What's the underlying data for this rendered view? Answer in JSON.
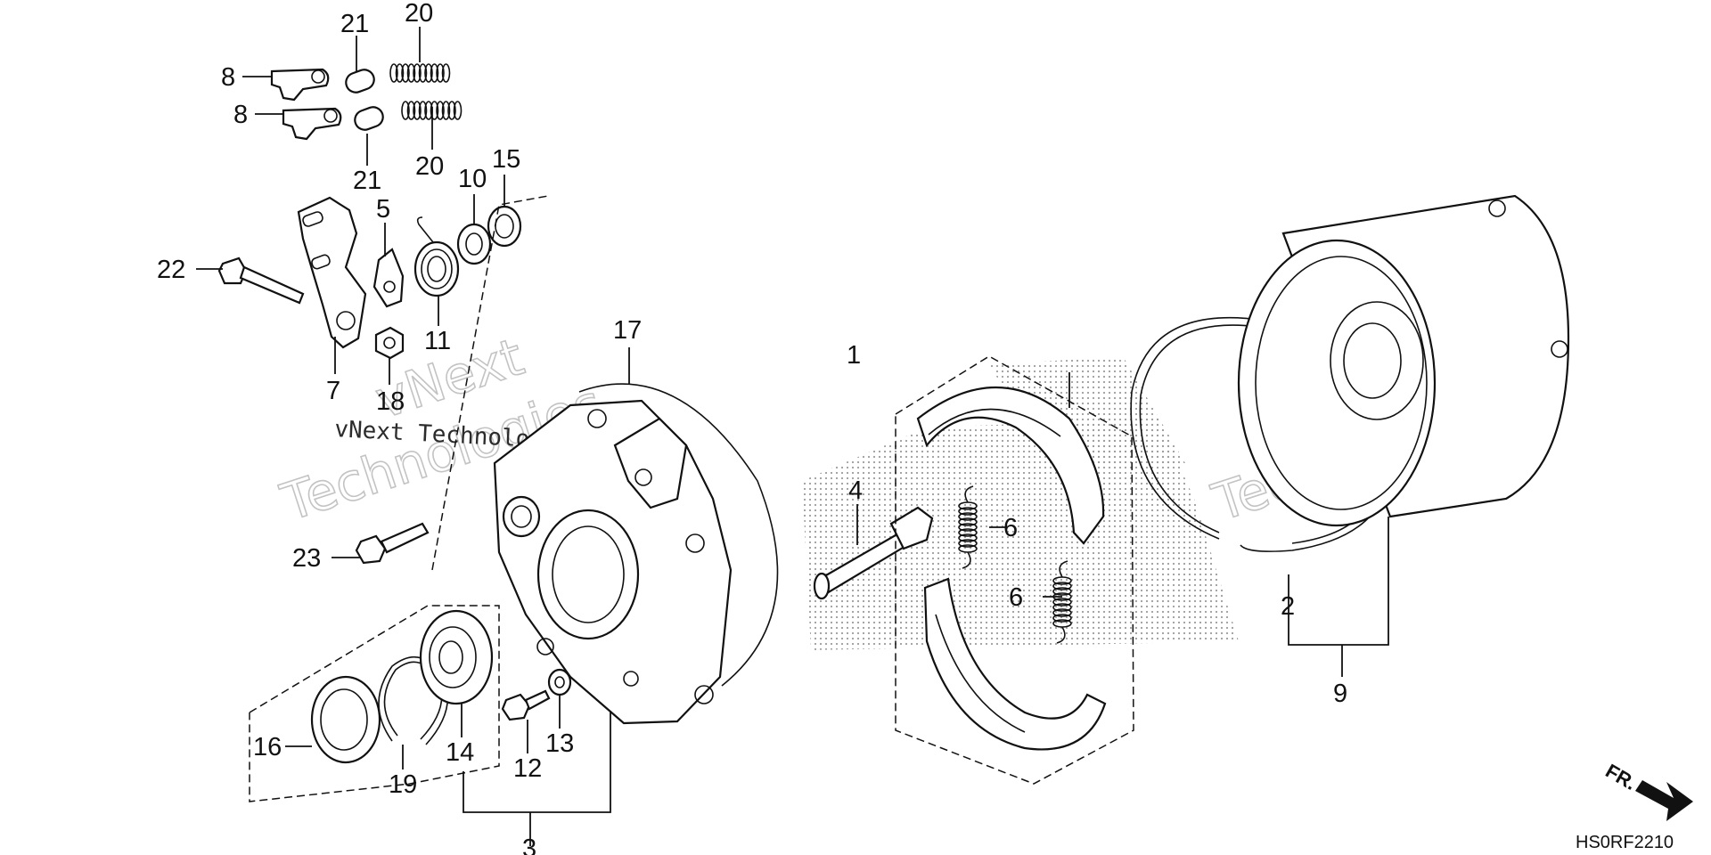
{
  "diagram": {
    "code": "HS0RF2210",
    "direction_label": "FR.",
    "watermark_line1": "vNext",
    "watermark_line2": "Technologies",
    "watermark_small": "vNext Technologies",
    "callouts": {
      "p1": "1",
      "p2": "2",
      "p3": "3",
      "p4": "4",
      "p5": "5",
      "p6a": "6",
      "p6b": "6",
      "p7": "7",
      "p8a": "8",
      "p8b": "8",
      "p9": "9",
      "p10": "10",
      "p11": "11",
      "p12": "12",
      "p13": "13",
      "p14": "14",
      "p15": "15",
      "p16": "16",
      "p17": "17",
      "p18": "18",
      "p19": "19",
      "p20a": "20",
      "p20b": "20",
      "p21a": "21",
      "p21b": "21",
      "p22": "22",
      "p23": "23"
    }
  }
}
